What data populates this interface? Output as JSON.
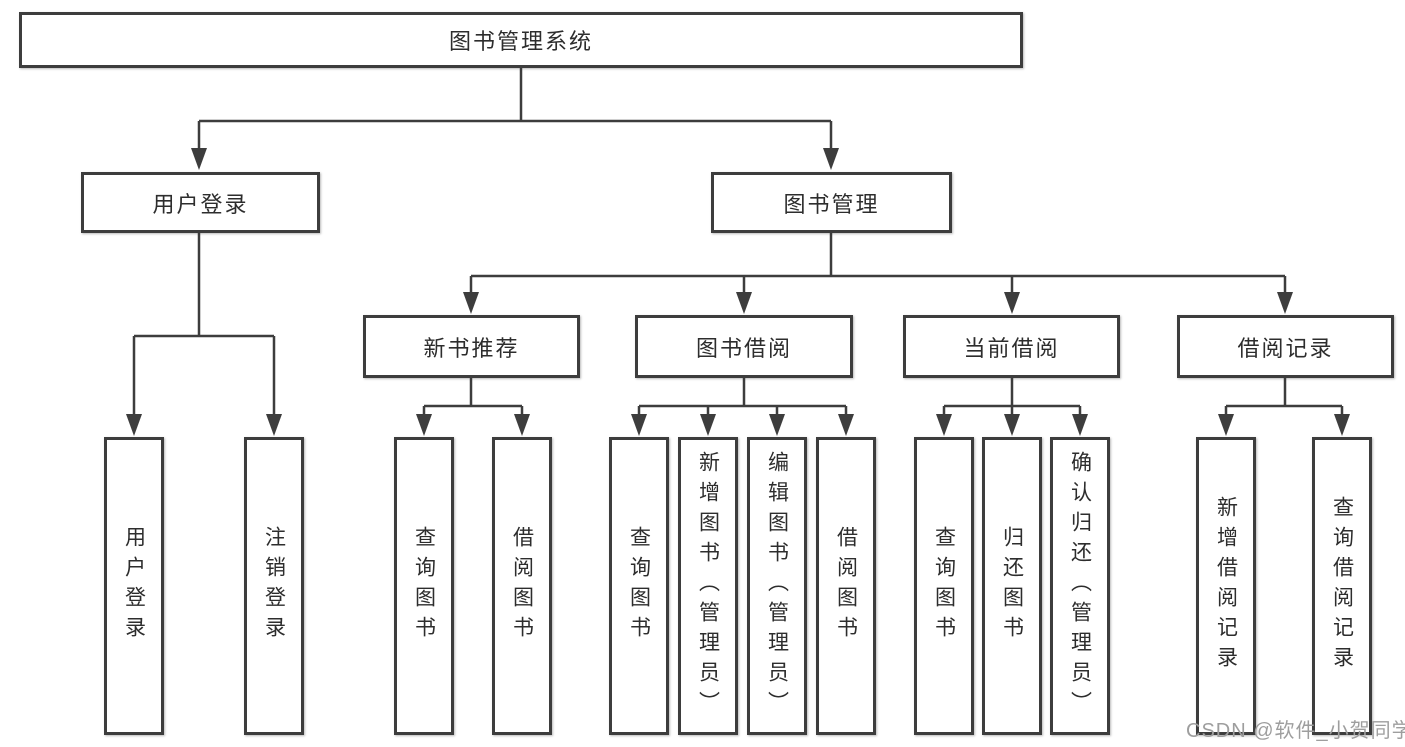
{
  "diagram": {
    "type": "hierarchy-tree",
    "title": "图书管理系统"
  },
  "colors": {
    "line": "#3d3d3d",
    "box_border": "#3d3d3d",
    "box_fill": "#ffffff",
    "text": "#2d2d2d",
    "watermark": "#9e9e9e",
    "background": "#ffffff"
  },
  "tree": {
    "root": {
      "label": "图书管理系统"
    },
    "branches": [
      {
        "label": "用户登录",
        "children": [
          {
            "label": "用户登录"
          },
          {
            "label": "注销登录"
          }
        ]
      },
      {
        "label": "图书管理",
        "children": [
          {
            "label": "新书推荐",
            "children": [
              {
                "label": "查询图书"
              },
              {
                "label": "借阅图书"
              }
            ]
          },
          {
            "label": "图书借阅",
            "children": [
              {
                "label": "查询图书"
              },
              {
                "label": "新增图书（管理员）"
              },
              {
                "label": "编辑图书（管理员）"
              },
              {
                "label": "借阅图书"
              }
            ]
          },
          {
            "label": "当前借阅",
            "children": [
              {
                "label": "查询图书"
              },
              {
                "label": "归还图书"
              },
              {
                "label": "确认归还（管理员）"
              }
            ]
          },
          {
            "label": "借阅记录",
            "children": [
              {
                "label": "新增借阅记录"
              },
              {
                "label": "查询借阅记录"
              }
            ]
          }
        ]
      }
    ]
  },
  "watermark": {
    "text": "CSDN @软件_小贺同学"
  }
}
